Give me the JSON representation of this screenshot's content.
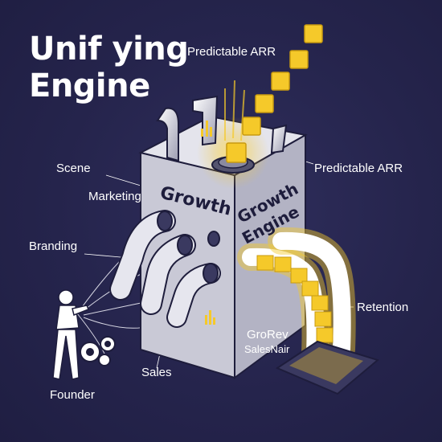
{
  "title_line1": "Unif ying",
  "title_line2": "Engine",
  "labels": {
    "predictable_arr_top": "Predictable ARR",
    "predictable_arr_right": "Predictable ARR",
    "scene": "Scene",
    "marketing": "Marketing",
    "branding": "Branding",
    "retention": "Retention",
    "grorev": "GroRev",
    "salesnair": "SalesNair",
    "sales": "Sales",
    "founder": "Founder"
  },
  "box_text": {
    "front": "Growth",
    "side_line1": "Growth",
    "side_line2": "Engine"
  },
  "colors": {
    "background": "#24234a",
    "box_front": "#c9c9d6",
    "box_side": "#b3b3c4",
    "box_top": "#e4e4ec",
    "pipe": "#e6e6ee",
    "gold": "#f5c92a",
    "text": "#ffffff"
  },
  "icons": [
    "gear-icon",
    "bar-chart-icon",
    "person-icon",
    "cube-icon",
    "pipe-icon"
  ]
}
